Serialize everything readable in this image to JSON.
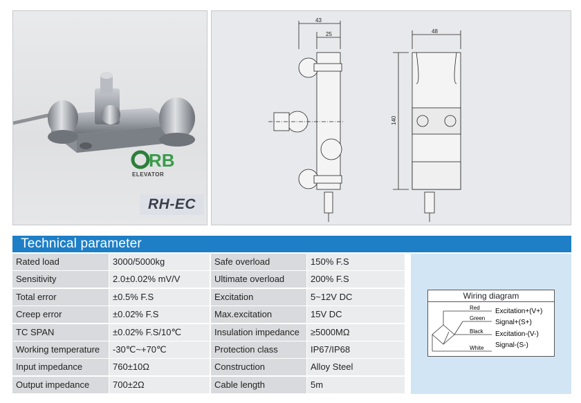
{
  "photo": {
    "model_label": "RH-EC",
    "logo_text": "ORB",
    "logo_subtext": "ELEVATOR"
  },
  "drawing": {
    "dims": {
      "overall_width_side": "43",
      "inner_width_side": "25",
      "width_front": "48",
      "height_front": "140"
    }
  },
  "section": {
    "title": "Technical parameter"
  },
  "params": [
    {
      "label_a": "Rated load",
      "value_a": "3000/5000kg",
      "label_b": "Safe overload",
      "value_b": "150% F.S"
    },
    {
      "label_a": "Sensitivity",
      "value_a": "2.0±0.02% mV/V",
      "label_b": "Ultimate overload",
      "value_b": "200% F.S"
    },
    {
      "label_a": "Total error",
      "value_a": "±0.5% F.S",
      "label_b": "Excitation",
      "value_b": "5~12V DC"
    },
    {
      "label_a": "Creep error",
      "value_a": "±0.02% F.S",
      "label_b": "Max.excitation",
      "value_b": "15V DC"
    },
    {
      "label_a": "TC SPAN",
      "value_a": "±0.02% F.S/10℃",
      "label_b": "Insulation impedance",
      "value_b": "≥5000MΩ"
    },
    {
      "label_a": "Working temperature",
      "value_a": "-30℃~+70℃",
      "label_b": "Protection class",
      "value_b": "IP67/IP68"
    },
    {
      "label_a": "Input impedance",
      "value_a": "760±10Ω",
      "label_b": "Construction",
      "value_b": "Alloy Steel"
    },
    {
      "label_a": "Output impedance",
      "value_a": "700±2Ω",
      "label_b": "Cable length",
      "value_b": "5m"
    }
  ],
  "wiring": {
    "title": "Wiring diagram",
    "wires": [
      {
        "color": "Red",
        "signal": "Excitation+(V+)"
      },
      {
        "color": "Green",
        "signal": "Signal+(S+)"
      },
      {
        "color": "Black",
        "signal": "Excitation-(V-)"
      },
      {
        "color": "White",
        "signal": "Signal-(S-)"
      }
    ]
  },
  "colors": {
    "header_bar": "#1e7fc6",
    "label_cell": "#d9dadd",
    "value_cell": "#ebecee",
    "wiring_panel": "#d2e5f4"
  }
}
